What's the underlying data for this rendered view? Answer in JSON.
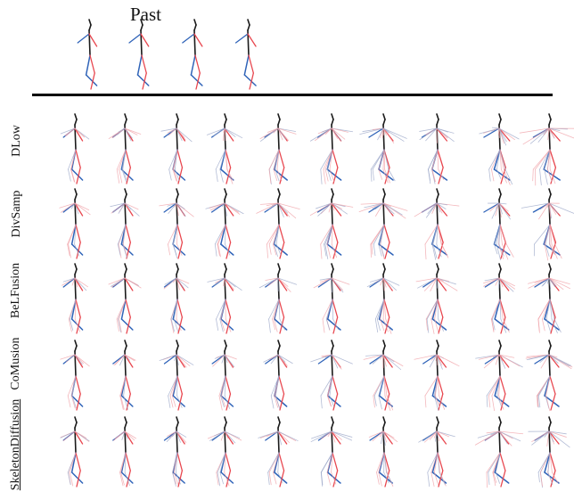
{
  "past_label": "Past",
  "methods": [
    {
      "key": "dlow",
      "label": "DLow",
      "ours": false
    },
    {
      "key": "divsamp",
      "label": "DivSamp",
      "ours": false
    },
    {
      "key": "belfusion",
      "label": "BeLFusion",
      "ours": false
    },
    {
      "key": "comusion",
      "label": "CoMusion",
      "ours": false
    },
    {
      "key": "skeletondiffusion",
      "label": "SkeletonDiffusion",
      "ours": true
    }
  ],
  "colors": {
    "left_limb": "#e8474f",
    "right_limb": "#2f63b8",
    "torso": "#1a1a1a",
    "sample_faint": "#9aa6c8",
    "sample_faint_red": "#f0a0a6"
  },
  "past_frames": 4,
  "future_frames": 10
}
